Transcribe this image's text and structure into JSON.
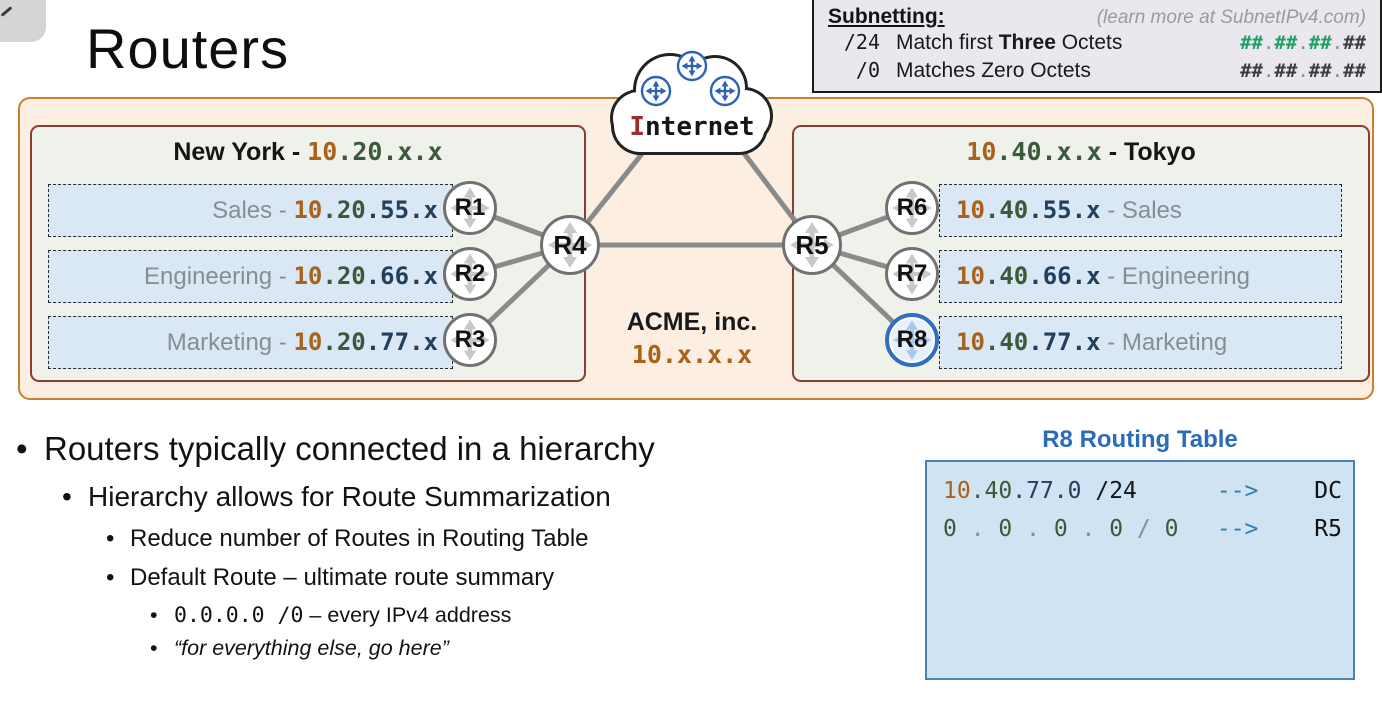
{
  "page": {
    "title": "Routers"
  },
  "subnetting_panel": {
    "heading": "Subnetting:",
    "note": "(learn more at SubnetIPv4.com)",
    "rows": [
      {
        "prefix": "/24",
        "desc": [
          {
            "t": "Match first ",
            "s": ""
          },
          {
            "t": "Three",
            "s": "b"
          },
          {
            "t": " Octets",
            "s": ""
          }
        ],
        "mask": [
          {
            "t": "##",
            "s": "m b e"
          },
          {
            "t": ".",
            "s": "m y"
          },
          {
            "t": "##",
            "s": "m b e"
          },
          {
            "t": ".",
            "s": "m y"
          },
          {
            "t": "##",
            "s": "m b e"
          },
          {
            "t": ".",
            "s": "m y"
          },
          {
            "t": "##",
            "s": "m b d"
          }
        ]
      },
      {
        "prefix": "/0",
        "desc": [
          {
            "t": "Matches Zero Octets",
            "s": ""
          }
        ],
        "mask": [
          {
            "t": "##",
            "s": "m b d"
          },
          {
            "t": ".",
            "s": "m y"
          },
          {
            "t": "##",
            "s": "m b d"
          },
          {
            "t": ".",
            "s": "m y"
          },
          {
            "t": "##",
            "s": "m b d"
          },
          {
            "t": ".",
            "s": "m y"
          },
          {
            "t": "##",
            "s": "m b d"
          }
        ]
      }
    ]
  },
  "diagram": {
    "internet": [
      {
        "t": "I",
        "s": "m b r"
      },
      {
        "t": "nternet",
        "s": "m b k"
      }
    ],
    "acme": {
      "name": "ACME, inc.",
      "ip": [
        {
          "t": "10.x.x.x",
          "s": "m b o"
        }
      ]
    },
    "routers": {
      "r1": "R1",
      "r2": "R2",
      "r3": "R3",
      "r4": "R4",
      "r5": "R5",
      "r6": "R6",
      "r7": "R7",
      "r8": "R8"
    },
    "new_york": {
      "title": [
        {
          "t": "New York - ",
          "s": "b k"
        },
        {
          "t": "10",
          "s": "m b o"
        },
        {
          "t": ".20",
          "s": "m b g"
        },
        {
          "t": ".x.x",
          "s": "m b g"
        }
      ],
      "rows": [
        [
          {
            "t": "Sales - ",
            "s": "y"
          },
          {
            "t": "10",
            "s": "m b o"
          },
          {
            "t": ".20",
            "s": "m b g"
          },
          {
            "t": ".55",
            "s": "m b n"
          },
          {
            "t": ".x",
            "s": "m b n"
          }
        ],
        [
          {
            "t": "Engineering - ",
            "s": "y"
          },
          {
            "t": "10",
            "s": "m b o"
          },
          {
            "t": ".20",
            "s": "m b g"
          },
          {
            "t": ".66",
            "s": "m b n"
          },
          {
            "t": ".x",
            "s": "m b n"
          }
        ],
        [
          {
            "t": "Marketing - ",
            "s": "y"
          },
          {
            "t": "10",
            "s": "m b o"
          },
          {
            "t": ".20",
            "s": "m b g"
          },
          {
            "t": ".77",
            "s": "m b n"
          },
          {
            "t": ".x",
            "s": "m b n"
          }
        ]
      ]
    },
    "tokyo": {
      "title": [
        {
          "t": "10",
          "s": "m b o"
        },
        {
          "t": ".40",
          "s": "m b g"
        },
        {
          "t": ".x.x",
          "s": "m b g"
        },
        {
          "t": " - Tokyo",
          "s": "b k"
        }
      ],
      "rows": [
        [
          {
            "t": "10",
            "s": "m b o"
          },
          {
            "t": ".40",
            "s": "m b g"
          },
          {
            "t": ".55",
            "s": "m b n"
          },
          {
            "t": ".x",
            "s": "m b n"
          },
          {
            "t": " - Sales",
            "s": "y"
          }
        ],
        [
          {
            "t": "10",
            "s": "m b o"
          },
          {
            "t": ".40",
            "s": "m b g"
          },
          {
            "t": ".66",
            "s": "m b n"
          },
          {
            "t": ".x",
            "s": "m b n"
          },
          {
            "t": " - Engineering",
            "s": "y"
          }
        ],
        [
          {
            "t": "10",
            "s": "m b o"
          },
          {
            "t": ".40",
            "s": "m b g"
          },
          {
            "t": ".77",
            "s": "m b n"
          },
          {
            "t": ".x",
            "s": "m b n"
          },
          {
            "t": " - Marketing",
            "s": "y"
          }
        ]
      ]
    }
  },
  "bullets": [
    {
      "level": 1,
      "segments": [
        {
          "t": "Routers typically connected in a hierarchy",
          "s": ""
        }
      ]
    },
    {
      "level": 2,
      "segments": [
        {
          "t": "Hierarchy allows for Route Summarization",
          "s": ""
        }
      ]
    },
    {
      "level": 3,
      "segments": [
        {
          "t": "Reduce number of Routes in Routing Table",
          "s": ""
        }
      ]
    },
    {
      "level": 3,
      "segments": [
        {
          "t": "Default Route – ultimate route summary",
          "s": ""
        }
      ]
    },
    {
      "level": 4,
      "segments": [
        {
          "t": "0.0.0.0 /0",
          "s": "m"
        },
        {
          "t": " – every IPv4 address",
          "s": ""
        }
      ]
    },
    {
      "level": 4,
      "segments": [
        {
          "t": "“for everything else, go here”",
          "s": "i"
        }
      ]
    }
  ],
  "routing_table": {
    "title": "R8 Routing Table",
    "rows": [
      {
        "route": [
          {
            "t": "10",
            "s": "m o"
          },
          {
            "t": ".40",
            "s": "m g"
          },
          {
            "t": ".77",
            "s": "m n"
          },
          {
            "t": ".0",
            "s": "m n"
          },
          {
            "t": " /24",
            "s": "m k"
          }
        ],
        "arrow": "-->",
        "dest": "DC"
      },
      {
        "route": [
          {
            "t": " 0",
            "s": "m g"
          },
          {
            "t": " . ",
            "s": "m y"
          },
          {
            "t": "0",
            "s": "m g"
          },
          {
            "t": " . ",
            "s": "m y"
          },
          {
            "t": "0",
            "s": "m g"
          },
          {
            "t": " . ",
            "s": "m y"
          },
          {
            "t": "0",
            "s": "m g"
          },
          {
            "t": " / ",
            "s": "m y"
          },
          {
            "t": "0",
            "s": "m g"
          }
        ],
        "arrow": "-->",
        "dest": "R5"
      }
    ]
  },
  "colors": {
    "octet_orange": "#a9621c",
    "octet_green": "#3b5a3b",
    "octet_navy": "#223f5c",
    "mask_green": "#1f9e66",
    "table_title_blue": "#2b6cb8",
    "arrow_blue": "#2e7fae",
    "outer_border_orange": "#c8812f",
    "site_border_maroon": "#8b3c33",
    "subnet_row_blue": "#d9e8f4",
    "r8_highlight_blue": "#2f6fc1"
  }
}
